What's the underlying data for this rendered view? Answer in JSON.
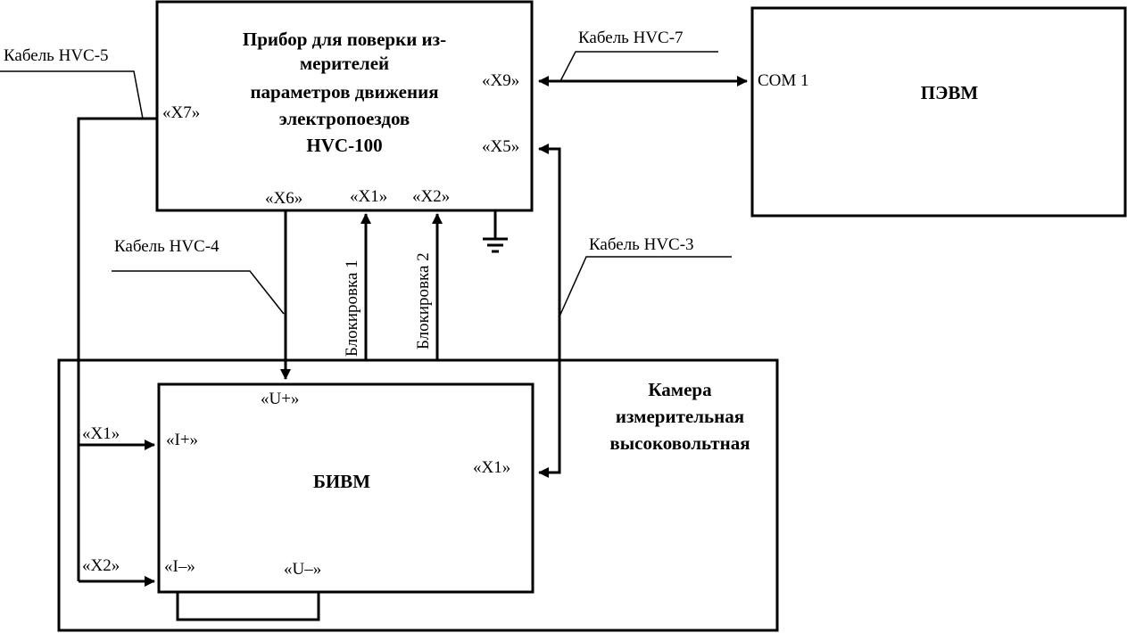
{
  "device": {
    "title_lines": [
      "Прибор для поверки из-",
      "мерителей",
      "параметров движения",
      "электропоездов",
      "HVC-100"
    ],
    "ports": {
      "x7": "«X7»",
      "x9": "«X9»",
      "x5": "«X5»",
      "x6": "«X6»",
      "x1": "«X1»",
      "x2": "«X2»"
    }
  },
  "pc": {
    "title": "ПЭВМ",
    "port": "COM 1"
  },
  "chamber": {
    "title_lines": [
      "Камера",
      "измерительная",
      "высоковольтная"
    ]
  },
  "bivm": {
    "title": "БИВМ",
    "ports": {
      "u_plus": "«U+»",
      "i_plus": "«I+»",
      "i_minus": "«I–»",
      "u_minus": "«U–»",
      "x1": "«X1»"
    }
  },
  "external_ports": {
    "x1": "«X1»",
    "x2": "«X2»"
  },
  "cables": {
    "hvc5": "Кабель HVC-5",
    "hvc7": "Кабель HVC-7",
    "hvc4": "Кабель HVC-4",
    "hvc3": "Кабель HVC-3"
  },
  "interlocks": {
    "lock1": "Блокировка 1",
    "lock2": "Блокировка 2"
  }
}
